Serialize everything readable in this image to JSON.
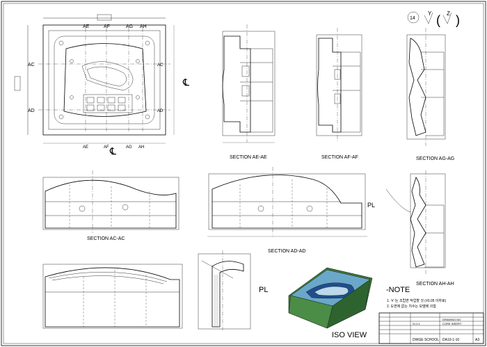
{
  "sheet": {
    "section_labels": {
      "ae": "SECTION AE-AE",
      "af": "SECTION AF-AF",
      "ag": "SECTION AG-AG",
      "ac": "SECTION AC-AC",
      "ad": "SECTION AD-AD",
      "ah": "SECTION AH-AH"
    },
    "iso_label": "ISO VIEW",
    "note": {
      "title": "-NOTE",
      "line1": "1. ∀́ 는 조립면 작업할 것 (±0.05 이하로)",
      "line2": "2. 도면에 없는 치수는 모델에 의함"
    },
    "plan_cut_labels": [
      "AE",
      "AF",
      "AG",
      "AH"
    ],
    "plan_side_labels": [
      "AC",
      "AD"
    ],
    "symbols": {
      "num": "14",
      "y": "Y",
      "z": "Z"
    },
    "cl": "CL",
    "pl": "PL",
    "title_block": {
      "school": "DWGE SCHOOL",
      "drawing_no": "DA10-1-10",
      "rev": "A3",
      "scale": "S=1:1",
      "name": "DRAWING NO",
      "part": "CORE INSERT"
    }
  }
}
